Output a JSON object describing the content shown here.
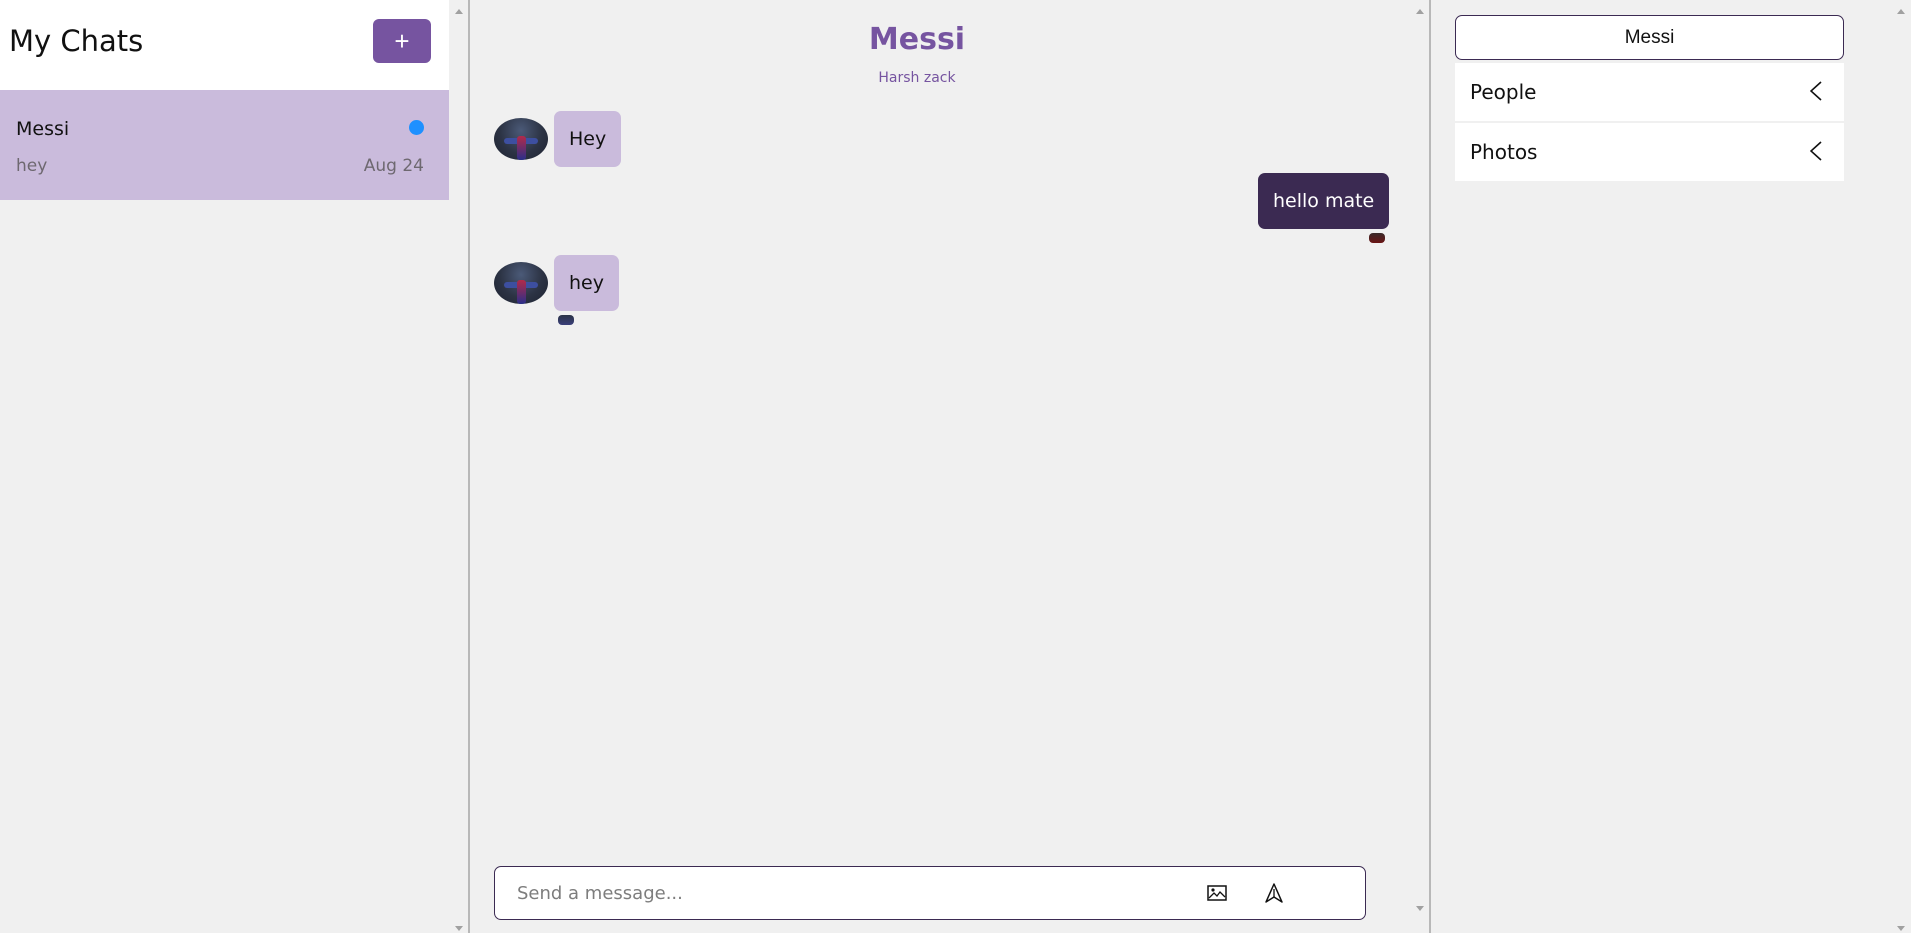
{
  "sidebar": {
    "title": "My Chats",
    "new_chat_label": "+",
    "chats": [
      {
        "name": "Messi",
        "preview": "hey",
        "date": "Aug 24",
        "unread": true,
        "unread_color": "#1e90ff",
        "selected": true
      }
    ]
  },
  "main": {
    "title": "Messi",
    "subtitle": "Harsh zack",
    "messages": [
      {
        "direction": "incoming",
        "text": "Hey",
        "avatar": "messi-avatar"
      },
      {
        "direction": "outgoing",
        "text": "hello mate",
        "read_receipt": "user-mini-avatar"
      },
      {
        "direction": "incoming",
        "text": "hey",
        "avatar": "messi-avatar",
        "read_receipt": "messi-mini-avatar"
      }
    ],
    "composer": {
      "placeholder": "Send a message...",
      "value": "",
      "image_icon": "image-icon",
      "send_icon": "send-icon"
    }
  },
  "right_panel": {
    "profile_button": "Messi",
    "sections": [
      {
        "label": "People",
        "icon": "chevron-left-icon"
      },
      {
        "label": "Photos",
        "icon": "chevron-left-icon"
      }
    ]
  },
  "colors": {
    "accent": "#7654a0",
    "incoming_bubble": "#cabbdc",
    "outgoing_bubble": "#3b2a52",
    "background": "#f0f0f0",
    "selected_chat": "#cabbdc"
  }
}
